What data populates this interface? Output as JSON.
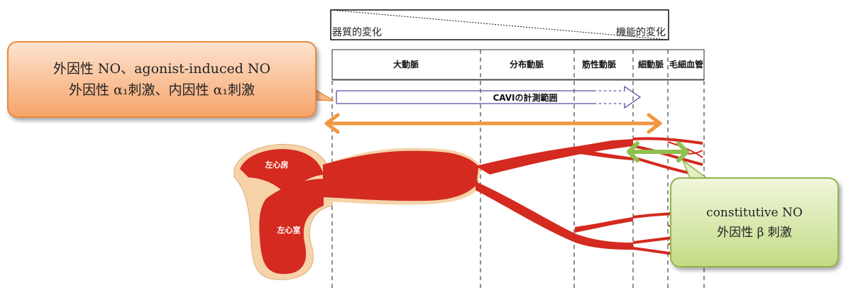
{
  "organic_functional_bar": {
    "left_label": "器質的変化",
    "right_label": "機能的変化"
  },
  "vessel_headers": [
    "大動脈",
    "分布動脈",
    "筋性動脈",
    "細動脈",
    "毛細血管"
  ],
  "cavi_range_label": "CAVIの計測範囲",
  "heart_labels": {
    "left_atrium": "左心房",
    "left_ventricle": "左心室"
  },
  "callout_orange": {
    "line1": "外因性 NO、agonist-induced NO",
    "line2": "外因性 α₁刺激、内因性 α₁刺激"
  },
  "callout_green": {
    "line1": "constitutive NO",
    "line2": "外因性 β 刺激"
  },
  "colors": {
    "vessel_red": "#d42a1f",
    "heart_outer": "#f6d3a9",
    "orange_arrow": "#f19742",
    "green_arrow": "#8fbf4f",
    "cavi_arrow": "#5a4ea5"
  }
}
